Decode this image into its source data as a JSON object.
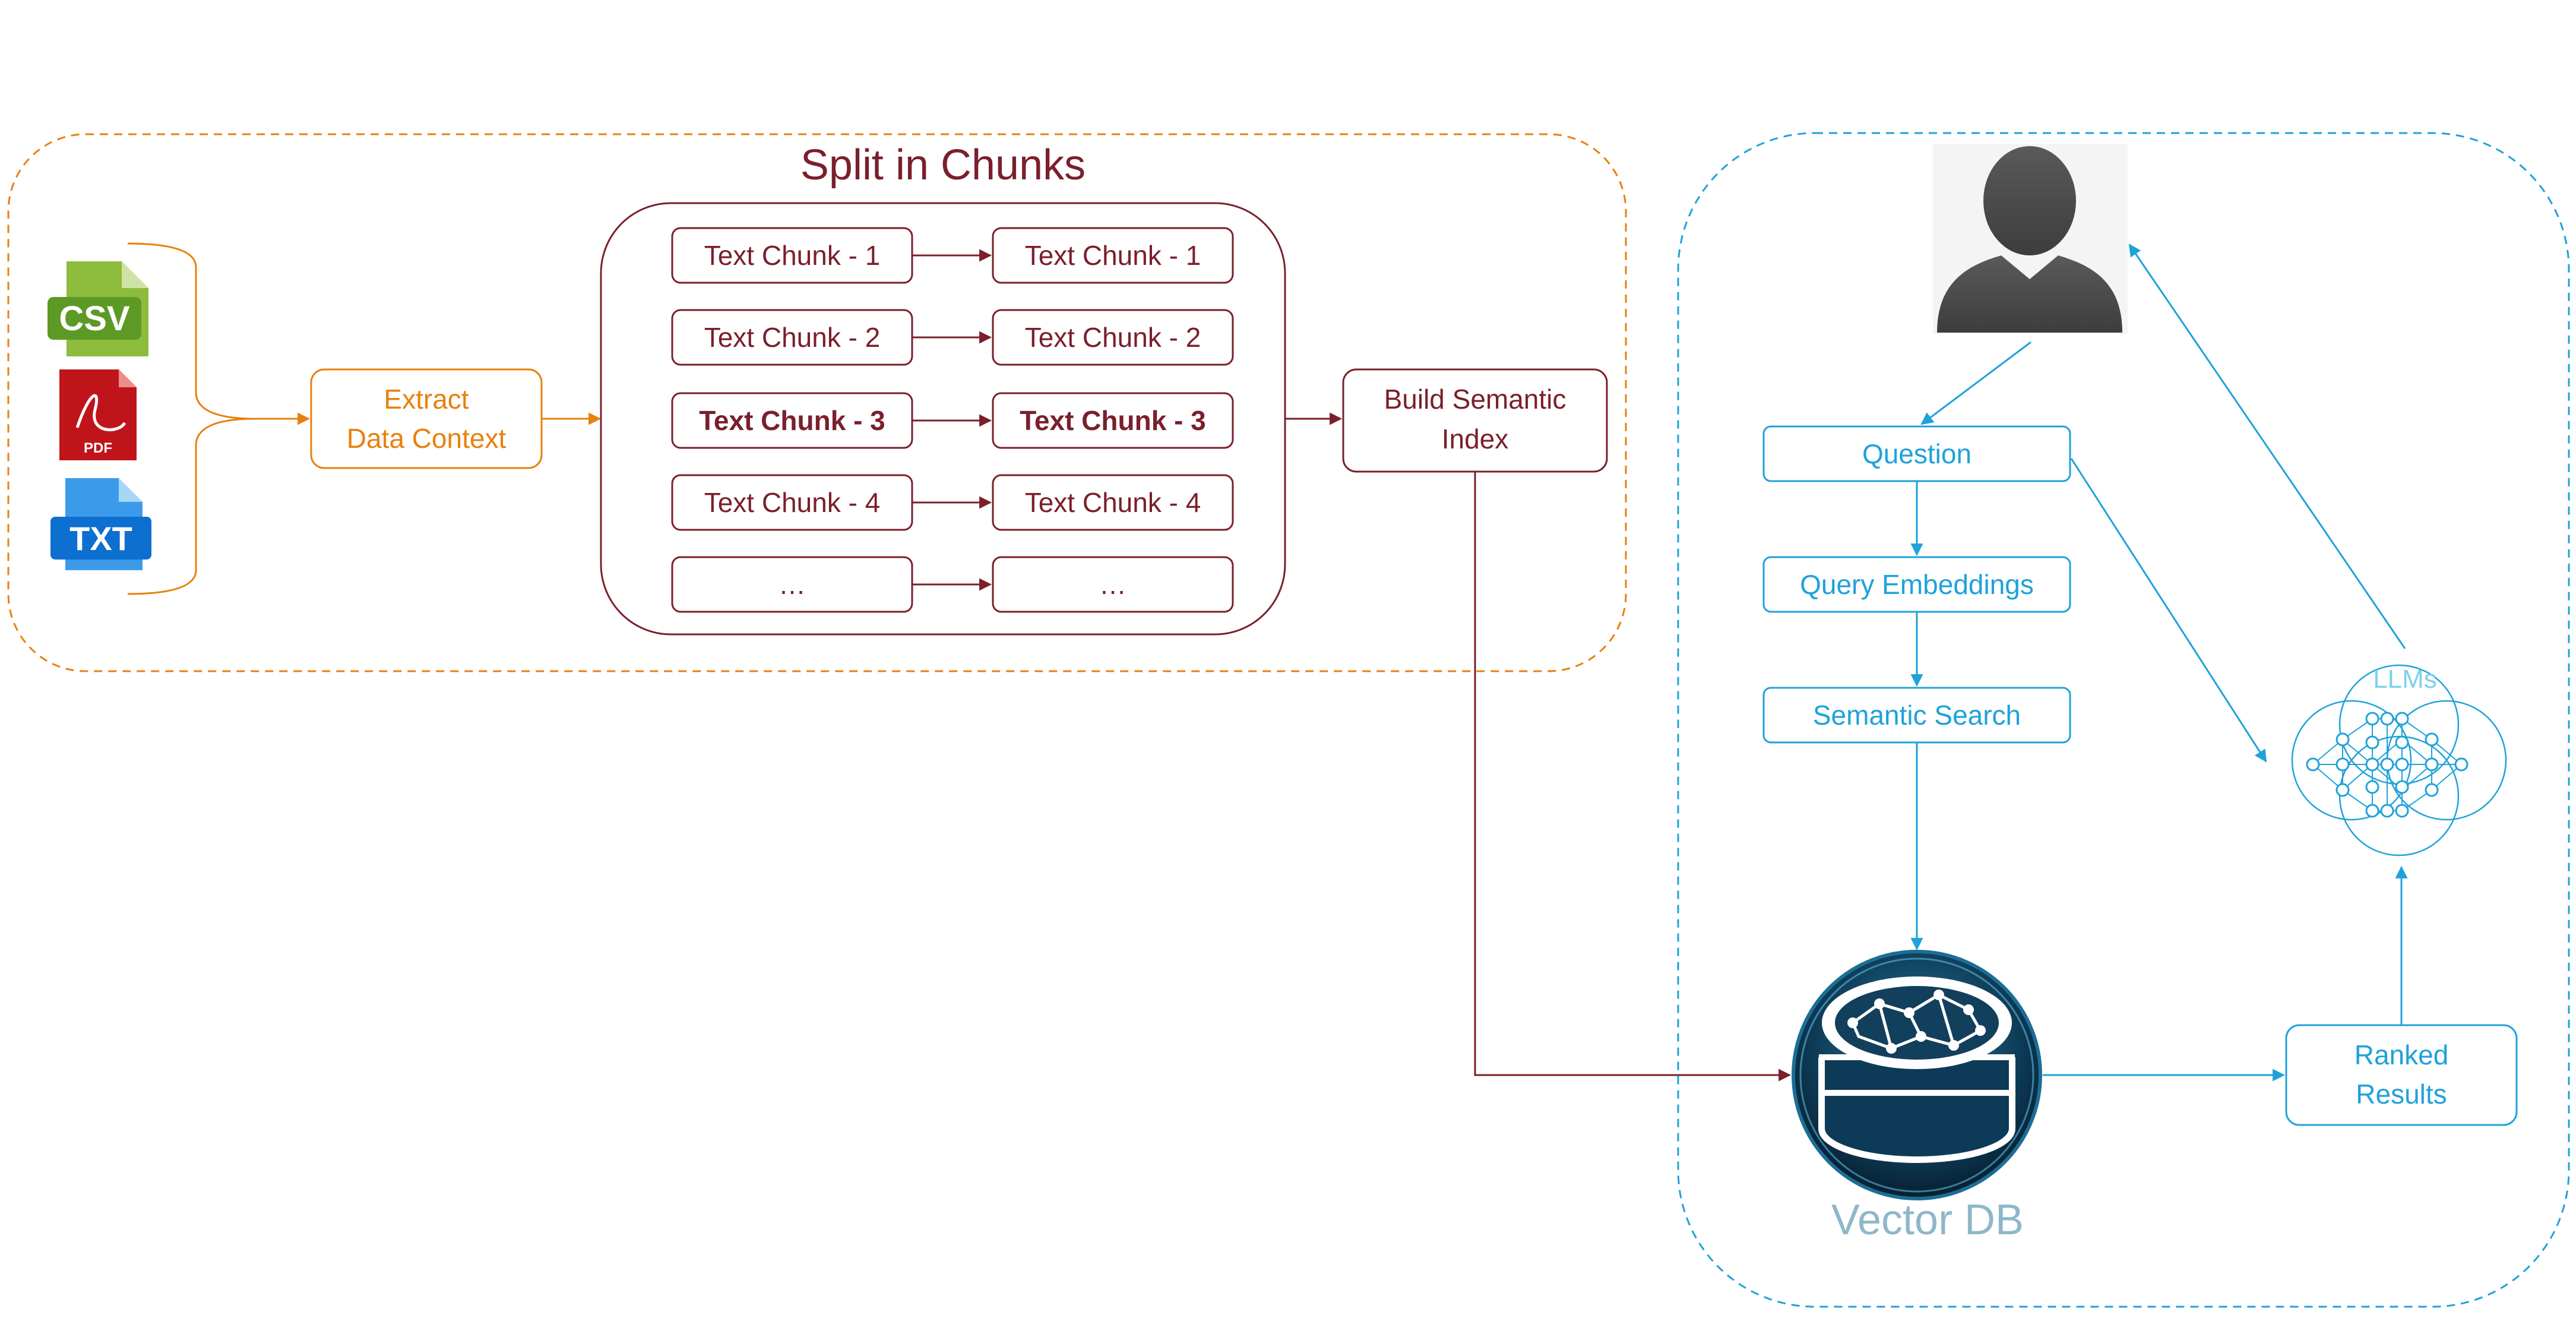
{
  "colors": {
    "maroon": "#7a1f2b",
    "orange": "#e8810c",
    "blue": "#1fa2d9",
    "vector_db_label": "#8fb7c9",
    "user_icon": "#4a4a4a"
  },
  "left_group": {
    "title": "Split in Chunks",
    "file_icons": [
      {
        "name": "csv-file-icon",
        "label": "CSV"
      },
      {
        "name": "pdf-file-icon",
        "label": "PDF"
      },
      {
        "name": "txt-file-icon",
        "label": "TXT"
      }
    ],
    "extract_box": {
      "line1": "Extract",
      "line2": "Data Context"
    },
    "chunks_left": [
      {
        "prefix": "Text Chunk - ",
        "num": "1",
        "bold": false
      },
      {
        "prefix": "Text Chunk - ",
        "num": "2",
        "bold": false
      },
      {
        "prefix": "Text Chunk - ",
        "num": "3",
        "bold": true
      },
      {
        "prefix": "Text Chunk - ",
        "num": "4",
        "bold": false
      },
      {
        "prefix": "…",
        "num": "",
        "bold": false
      }
    ],
    "chunks_right": [
      {
        "prefix": "Text Chunk - ",
        "num": "1",
        "bold": false
      },
      {
        "prefix": "Text Chunk - ",
        "num": "2",
        "bold": false
      },
      {
        "prefix": "Text Chunk - ",
        "num": "3",
        "bold": true
      },
      {
        "prefix": "Text Chunk - ",
        "num": "4",
        "bold": false
      },
      {
        "prefix": "…",
        "num": "",
        "bold": false
      }
    ],
    "index_box": {
      "line1": "Build Semantic",
      "line2": "Index"
    }
  },
  "right_group": {
    "question": "Question",
    "query_embeddings": "Query Embeddings",
    "semantic_search": "Semantic Search",
    "llms": "LLMs",
    "ranked_results": {
      "line1": "Ranked",
      "line2": "Results"
    },
    "vector_db": "Vector DB"
  }
}
